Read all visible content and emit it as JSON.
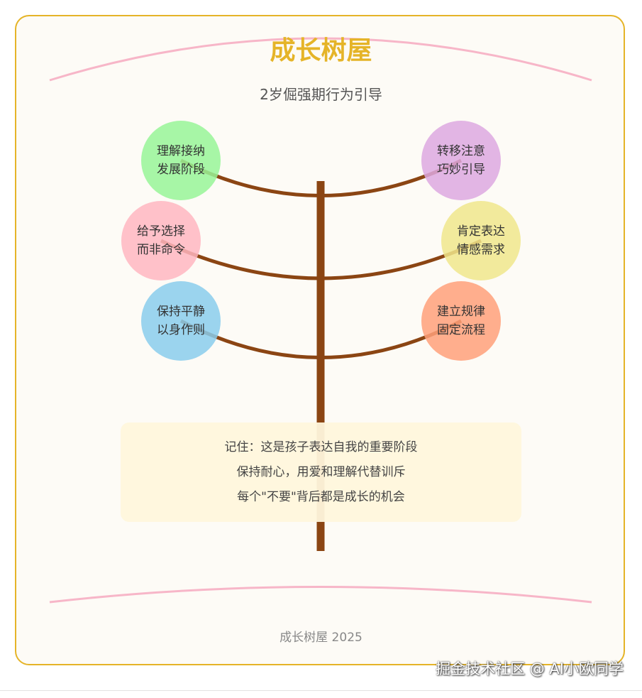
{
  "title": "成长树屋",
  "subtitle": "2岁倔强期行为引导",
  "nodes": [
    {
      "line1": "理解接纳",
      "line2": "发展阶段",
      "color": "#98f598"
    },
    {
      "line1": "转移注意",
      "line2": "巧妙引导",
      "color": "#dda8e0"
    },
    {
      "line1": "给予选择",
      "line2": "而非命令",
      "color": "#ffb6c1"
    },
    {
      "line1": "肯定表达",
      "line2": "情感需求",
      "color": "#f0e68c"
    },
    {
      "line1": "保持平静",
      "line2": "以身作则",
      "color": "#89cdec"
    },
    {
      "line1": "建立规律",
      "line2": "固定流程",
      "color": "#ffa07a"
    }
  ],
  "note": {
    "line1": "记住：这是孩子表达自我的重要阶段",
    "line2": "保持耐心，用爱和理解代替训斥",
    "line3": "每个\"不要\"背后都是成长的机会"
  },
  "footer": "成长树屋 2025",
  "watermark": "掘金技术社区 @ AI小欧同学",
  "colors": {
    "trunk": "#8b4513",
    "title": "#e5b428",
    "border": "#e5b428",
    "arc": "#f7b6c8",
    "note_bg": "#fff7dc"
  }
}
